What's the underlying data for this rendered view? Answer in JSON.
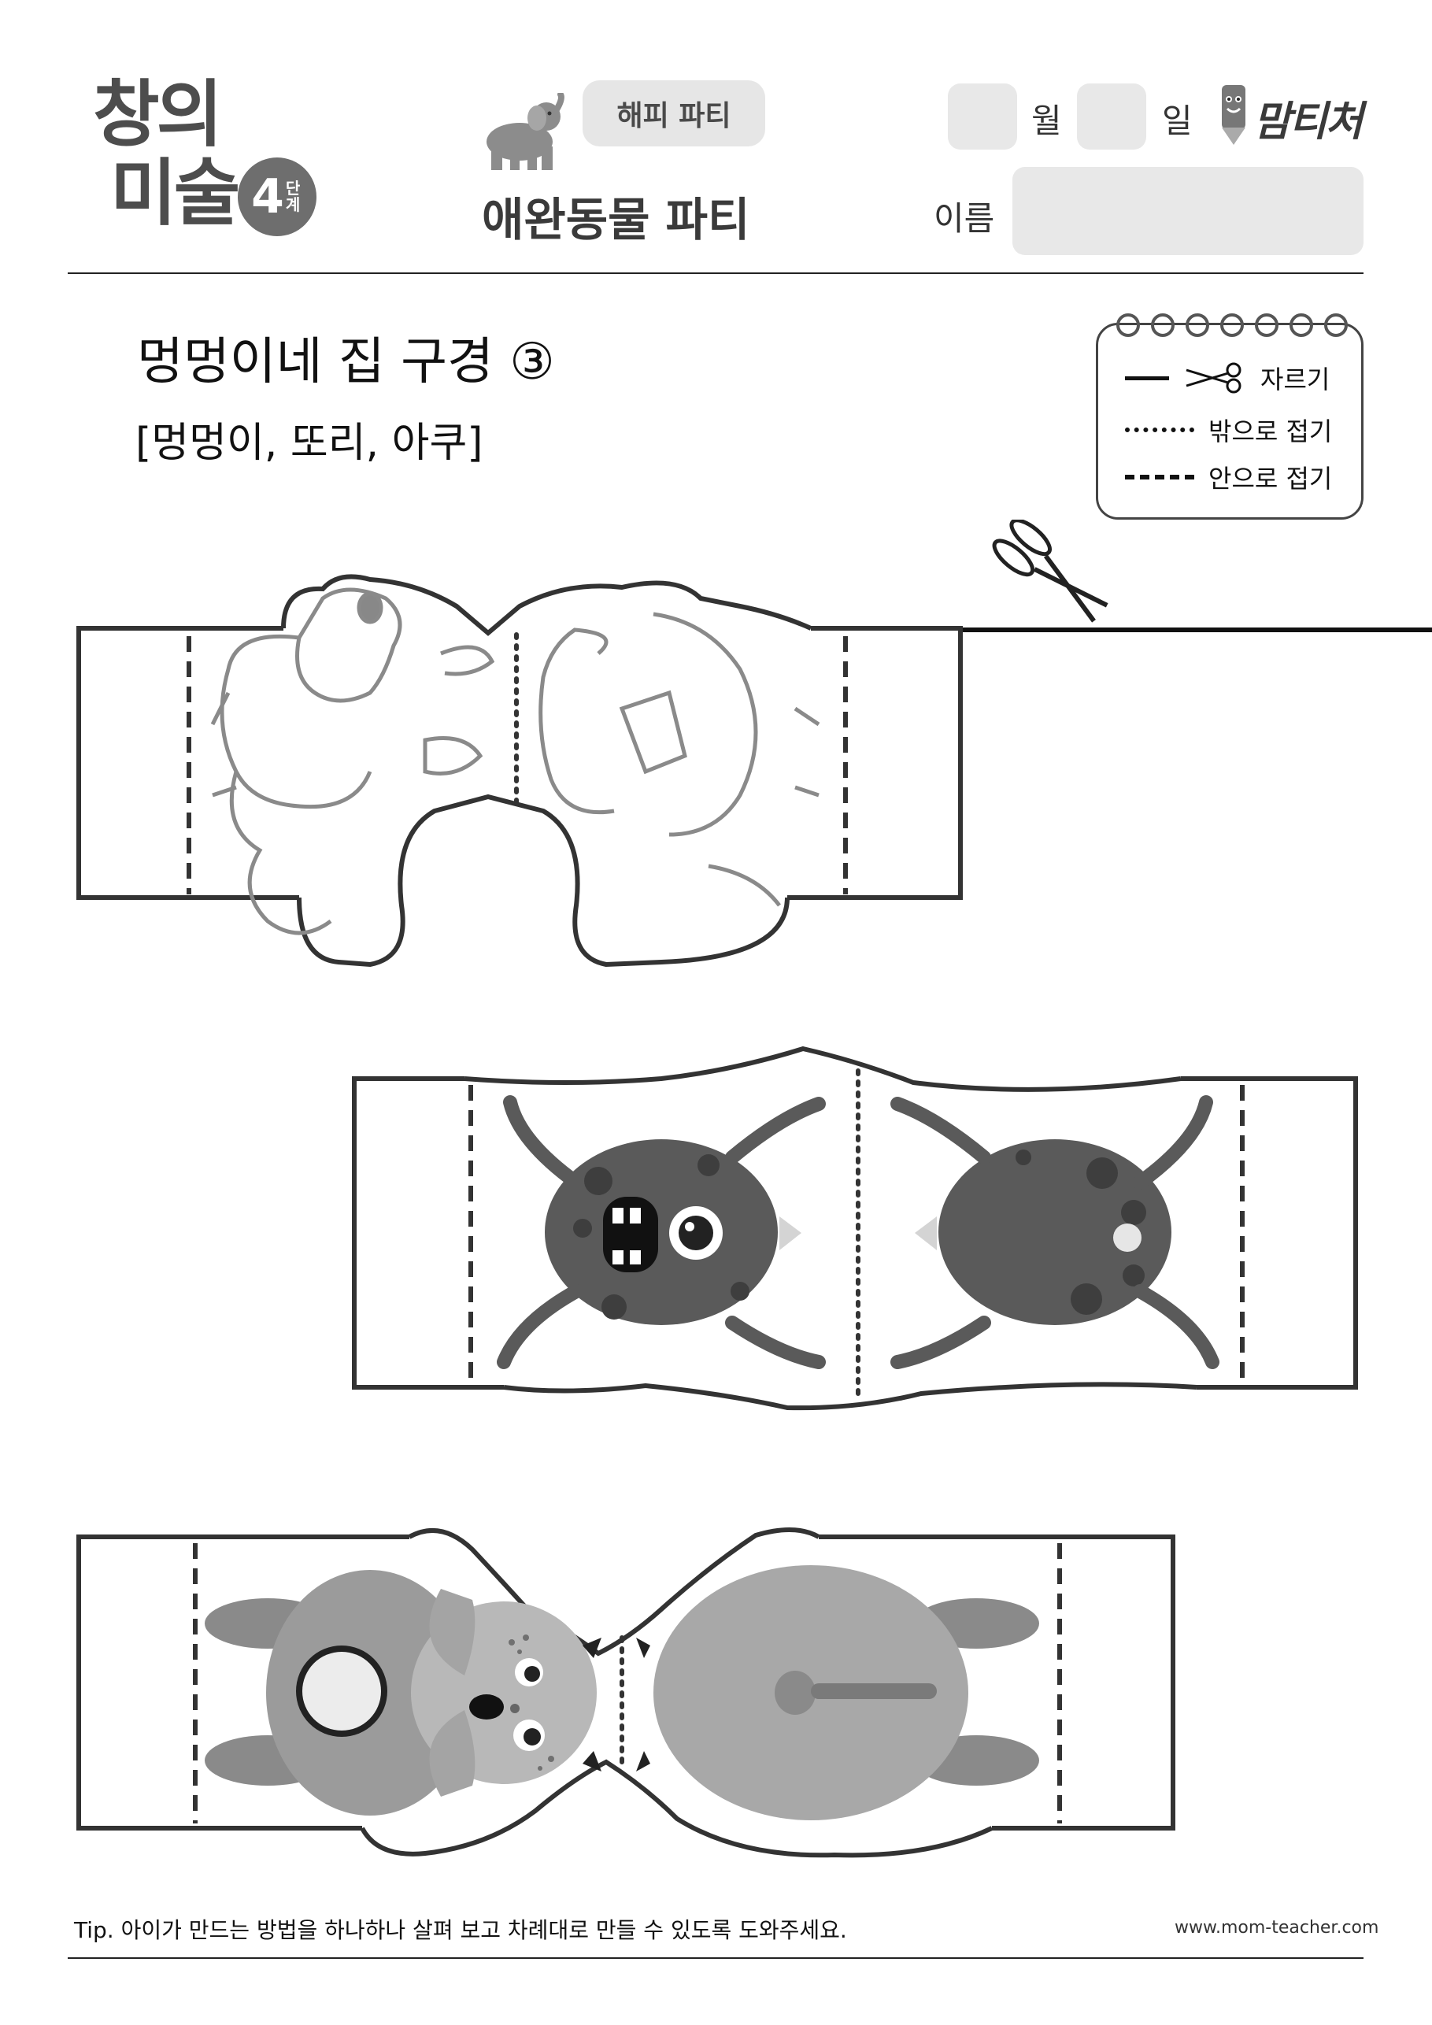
{
  "header": {
    "logo_line1": "창의",
    "logo_line2": "미술",
    "stage_number": "4",
    "stage_unit": "단계",
    "theme_tag": "해피 파티",
    "subtitle": "애완동물 파티",
    "month_label": "월",
    "day_label": "일",
    "name_label": "이름",
    "brand": "맘티처"
  },
  "page": {
    "title": "멍멍이네 집 구경 ③",
    "subtitle": "[멍멍이, 또리, 아쿠]"
  },
  "legend": {
    "cut": "자르기",
    "fold_out": "밖으로 접기",
    "fold_in": "안으로 접기"
  },
  "footer": {
    "tip": "Tip. 아이가 만드는 방법을 하나하나 살펴 보고 차례대로 만들 수 있도록 도와주세요.",
    "website": "www.mom-teacher.com"
  }
}
